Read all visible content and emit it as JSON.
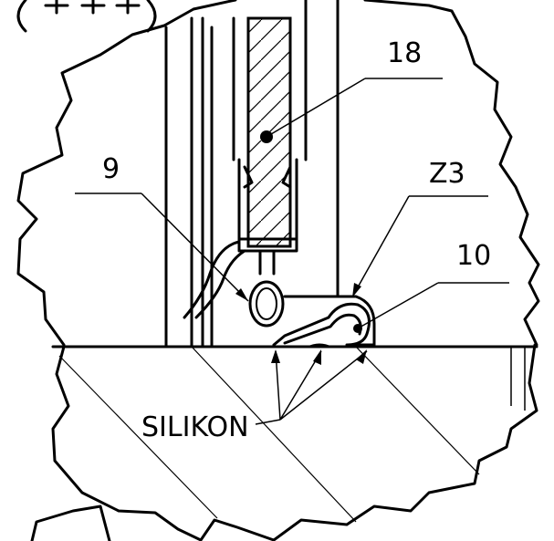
{
  "labels": {
    "glass": "18",
    "seal": "9",
    "clip": "Z3",
    "bead": "10",
    "silicone": "SILIKON"
  },
  "colors": {
    "ink": "#000000",
    "paper": "#ffffff"
  }
}
